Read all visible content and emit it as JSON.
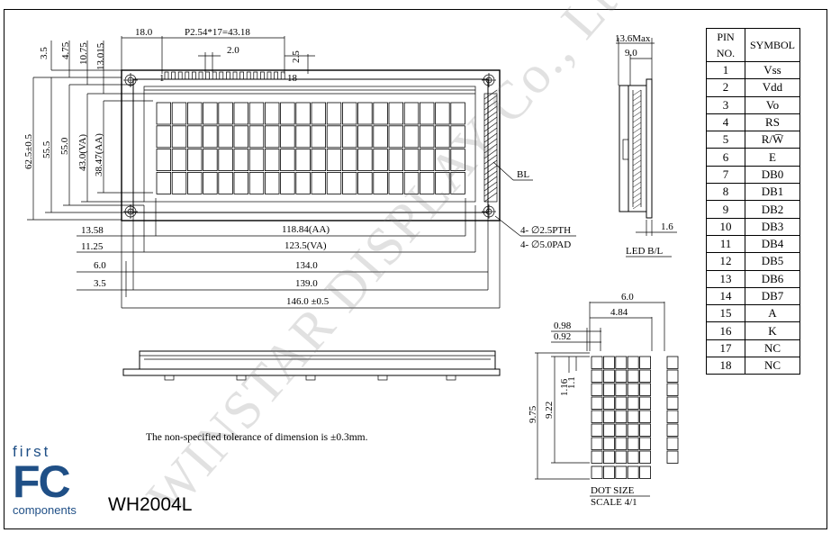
{
  "model": "WH2004L",
  "watermark": "WINSTAR DISPLAY Co., Ltd.",
  "brand": {
    "first": "first",
    "fc": "FC",
    "components": "components"
  },
  "tolerance_note": "The non-specified tolerance of dimension is ±0.3mm.",
  "front_view": {
    "top_dims": {
      "d18": "18.0",
      "pitch": "P2.54*17=43.18",
      "d2": "2.0",
      "d25": "2.5",
      "pin1": "1",
      "pin18": "18"
    },
    "left_dims": [
      "3.5",
      "4.75",
      "10.75",
      "13.015"
    ],
    "vertical": {
      "outline": "62.5±0.5",
      "pcb": "55.5",
      "va": "55.0",
      "vaa": "43.0(VA)",
      "aa": "38.47(AA)"
    },
    "horizontal": [
      {
        "left": "13.58",
        "center": "118.84(AA)"
      },
      {
        "left": "11.25",
        "center": "123.5(VA)"
      },
      {
        "left": "6.0",
        "center": "134.0"
      },
      {
        "left": "3.5",
        "center": "139.0"
      },
      {
        "left": "",
        "center": "146.0 ±0.5"
      }
    ],
    "bl_label": "BL",
    "holes": [
      "4- ∅2.5PTH",
      "4- ∅5.0PAD"
    ]
  },
  "side_view": {
    "max": "13.6Max",
    "d9": "9.0",
    "d16": "1.6",
    "led_label": "LED B/L"
  },
  "dot_detail": {
    "top": [
      "6.0",
      "4.84",
      "0.98",
      "0.92"
    ],
    "left": [
      "9.75",
      "9.22",
      "1.16",
      "1.1"
    ],
    "label1": "DOT SIZE",
    "label2": "SCALE 4/1"
  },
  "pin_table": {
    "headers": [
      "PIN NO.",
      "SYMBOL"
    ],
    "rows": [
      [
        "1",
        "Vss"
      ],
      [
        "2",
        "Vdd"
      ],
      [
        "3",
        "Vo"
      ],
      [
        "4",
        "RS"
      ],
      [
        "5",
        "R/W̅"
      ],
      [
        "6",
        "E"
      ],
      [
        "7",
        "DB0"
      ],
      [
        "8",
        "DB1"
      ],
      [
        "9",
        "DB2"
      ],
      [
        "10",
        "DB3"
      ],
      [
        "11",
        "DB4"
      ],
      [
        "12",
        "DB5"
      ],
      [
        "13",
        "DB6"
      ],
      [
        "14",
        "DB7"
      ],
      [
        "15",
        "A"
      ],
      [
        "16",
        "K"
      ],
      [
        "17",
        "NC"
      ],
      [
        "18",
        "NC"
      ]
    ]
  }
}
